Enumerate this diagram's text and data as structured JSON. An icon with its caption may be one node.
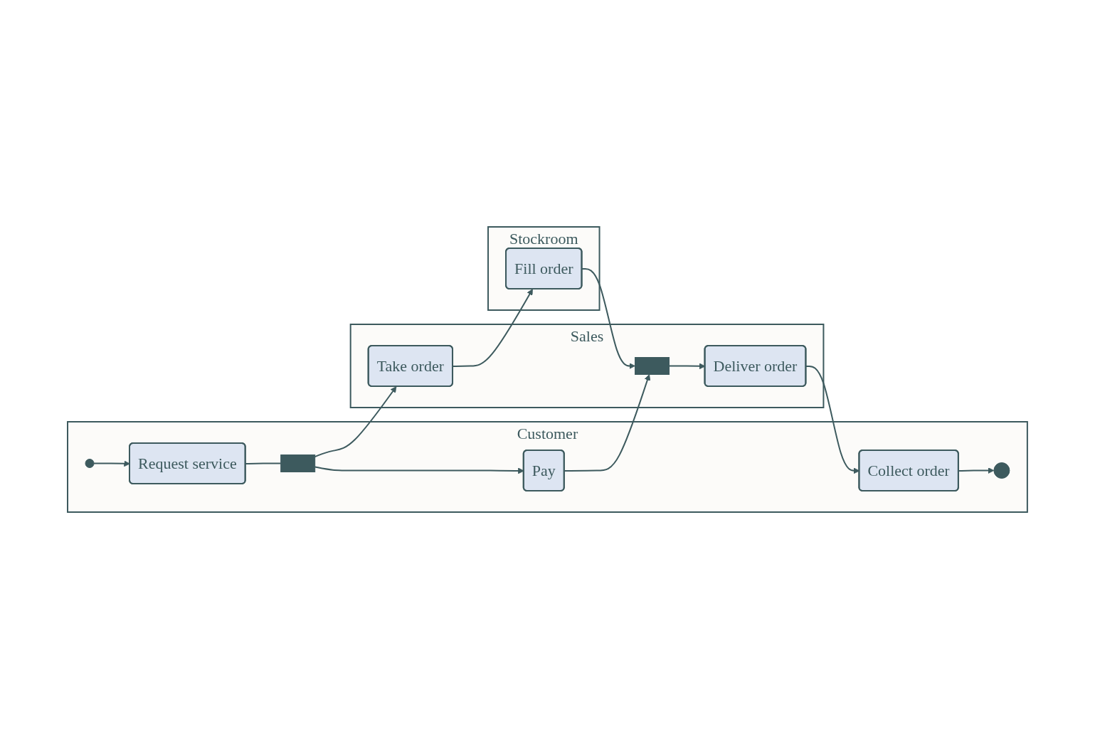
{
  "diagram": {
    "nodes": [
      {
        "text": [
          "Customer"
        ]
      },
      {
        "text": [
          "Sales"
        ]
      },
      {
        "text": [
          "Stockroom"
        ]
      },
      {
        "text": [],
        "shape": "circle",
        "in": 0
      },
      {
        "text": [
          "Request service"
        ],
        "in": 0
      },
      {
        "text": [],
        "shape": "bar",
        "in": 0
      },
      {
        "text": [
          "Pay"
        ],
        "in": 0
      },
      {
        "text": [
          "Collect order"
        ],
        "in": 0
      },
      {
        "text": [],
        "shape": "circle",
        "in": 0
      },
      {
        "text": [
          "Take order"
        ],
        "in": 1
      },
      {
        "text": [],
        "shape": "bar",
        "in": 1
      },
      {
        "text": [
          "Deliver order"
        ],
        "in": 1
      },
      {
        "text": [
          "Fill order"
        ],
        "in": 2
      }
    ],
    "edges": [
      {
        "from": 3,
        "to": 4,
        "arrow": "to"
      },
      {
        "from": 4,
        "to": 5,
        "arrow": "none"
      },
      {
        "from": 5,
        "to": 6,
        "arrow": "to"
      },
      {
        "from": 5,
        "to": 9,
        "arrow": "to"
      },
      {
        "from": 9,
        "to": 12,
        "arrow": "to"
      },
      {
        "from": 6,
        "to": 10,
        "arrow": "to"
      },
      {
        "from": 12,
        "to": 10,
        "arrow": "to"
      },
      {
        "from": 10,
        "to": 11,
        "arrow": "to"
      },
      {
        "from": 11,
        "to": 7,
        "arrow": "to"
      },
      {
        "from": 7,
        "to": 8,
        "arrow": "to"
      }
    ]
  }
}
